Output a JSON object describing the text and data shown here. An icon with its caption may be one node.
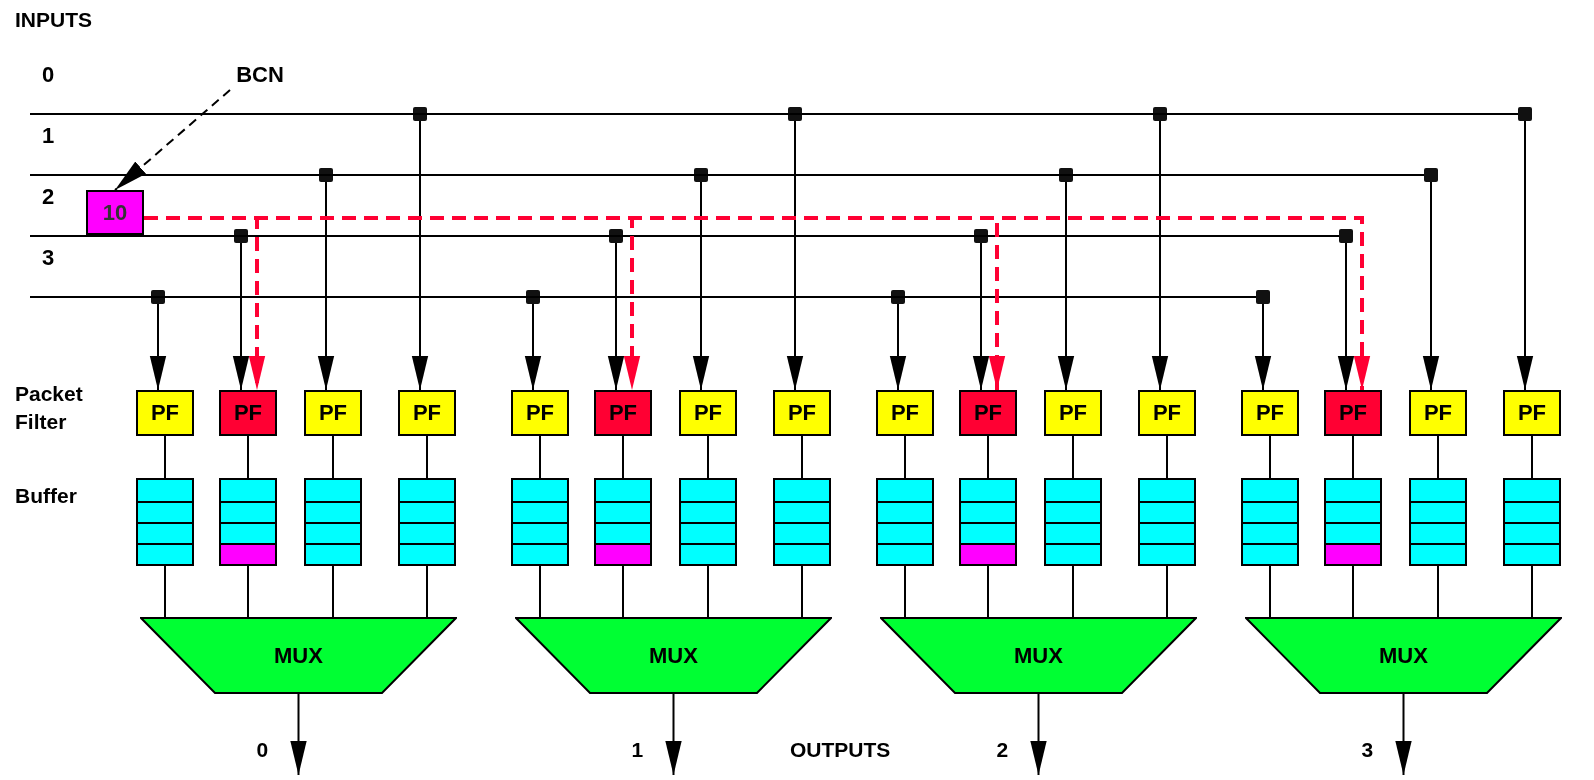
{
  "diagram": {
    "nodes": [
      {
        "text": [
          "BCN"
        ]
      },
      {
        "text": [
          "10"
        ]
      },
      {
        "text": [
          "0"
        ]
      },
      {
        "text": [
          "1"
        ]
      },
      {
        "text": [
          "2"
        ]
      },
      {
        "text": [
          "3"
        ]
      },
      {
        "text": [
          "PF"
        ]
      },
      {
        "text": [
          "PF"
        ]
      },
      {
        "text": [
          "PF"
        ]
      },
      {
        "text": [
          "PF"
        ]
      },
      {
        "text": [
          "PF"
        ]
      },
      {
        "text": [
          "PF"
        ]
      },
      {
        "text": [
          "PF"
        ]
      },
      {
        "text": [
          "PF"
        ]
      },
      {
        "text": [
          "PF"
        ]
      },
      {
        "text": [
          "PF"
        ]
      },
      {
        "text": [
          "PF"
        ]
      },
      {
        "text": [
          "PF"
        ]
      },
      {
        "text": [
          "PF"
        ]
      },
      {
        "text": [
          "PF"
        ]
      },
      {
        "text": [
          "PF"
        ]
      },
      {
        "text": [
          "PF"
        ]
      },
      {
        "text": [],
        "shape": "box"
      },
      {
        "text": [],
        "shape": "box"
      },
      {
        "text": [],
        "shape": "box"
      },
      {
        "text": [],
        "shape": "box"
      },
      {
        "text": [],
        "shape": "box"
      },
      {
        "text": [],
        "shape": "box"
      },
      {
        "text": [],
        "shape": "box"
      },
      {
        "text": [],
        "shape": "box"
      },
      {
        "text": [],
        "shape": "box"
      },
      {
        "text": [],
        "shape": "box"
      },
      {
        "text": [],
        "shape": "box"
      },
      {
        "text": [],
        "shape": "box"
      },
      {
        "text": [],
        "shape": "box"
      },
      {
        "text": [],
        "shape": "box"
      },
      {
        "text": [],
        "shape": "box"
      },
      {
        "text": [],
        "shape": "box"
      },
      {
        "text": [
          "MUX"
        ]
      },
      {
        "text": [
          "MUX"
        ]
      },
      {
        "text": [
          "MUX"
        ]
      },
      {
        "text": [
          "MUX"
        ]
      }
    ],
    "edges": [
      {
        "from": 0,
        "to": 1,
        "arrow": "to",
        "style": "dashed"
      },
      {
        "from": 2,
        "to": 9,
        "arrow": "to"
      },
      {
        "from": 2,
        "to": 13,
        "arrow": "to"
      },
      {
        "from": 2,
        "to": 17,
        "arrow": "to"
      },
      {
        "from": 2,
        "to": 21,
        "arrow": "to"
      },
      {
        "from": 3,
        "to": 8,
        "arrow": "to"
      },
      {
        "from": 3,
        "to": 12,
        "arrow": "to"
      },
      {
        "from": 3,
        "to": 16,
        "arrow": "to"
      },
      {
        "from": 3,
        "to": 20,
        "arrow": "to"
      },
      {
        "from": 4,
        "to": 7,
        "arrow": "to"
      },
      {
        "from": 4,
        "to": 11,
        "arrow": "to"
      },
      {
        "from": 4,
        "to": 15,
        "arrow": "to"
      },
      {
        "from": 4,
        "to": 19,
        "arrow": "to"
      },
      {
        "from": 5,
        "to": 6,
        "arrow": "to"
      },
      {
        "from": 5,
        "to": 10,
        "arrow": "to"
      },
      {
        "from": 5,
        "to": 14,
        "arrow": "to"
      },
      {
        "from": 5,
        "to": 18,
        "arrow": "to"
      },
      {
        "from": 1,
        "to": 7,
        "arrow": "to",
        "style": "dashed",
        "color": "#ff0033"
      },
      {
        "from": 1,
        "to": 11,
        "arrow": "to",
        "style": "dashed",
        "color": "#ff0033"
      },
      {
        "from": 1,
        "to": 15,
        "arrow": "to",
        "style": "dashed",
        "color": "#ff0033"
      },
      {
        "from": 1,
        "to": 19,
        "arrow": "to",
        "style": "dashed",
        "color": "#ff0033"
      },
      {
        "from": 6,
        "to": 22,
        "arrow": "none"
      },
      {
        "from": 7,
        "to": 23,
        "arrow": "none"
      },
      {
        "from": 8,
        "to": 24,
        "arrow": "none"
      },
      {
        "from": 9,
        "to": 25,
        "arrow": "none"
      },
      {
        "from": 10,
        "to": 26,
        "arrow": "none"
      },
      {
        "from": 11,
        "to": 27,
        "arrow": "none"
      },
      {
        "from": 12,
        "to": 28,
        "arrow": "none"
      },
      {
        "from": 13,
        "to": 29,
        "arrow": "none"
      },
      {
        "from": 14,
        "to": 30,
        "arrow": "none"
      },
      {
        "from": 15,
        "to": 31,
        "arrow": "none"
      },
      {
        "from": 16,
        "to": 32,
        "arrow": "none"
      },
      {
        "from": 17,
        "to": 33,
        "arrow": "none"
      },
      {
        "from": 18,
        "to": 34,
        "arrow": "none"
      },
      {
        "from": 19,
        "to": 35,
        "arrow": "none"
      },
      {
        "from": 20,
        "to": 36,
        "arrow": "none"
      },
      {
        "from": 21,
        "to": 37,
        "arrow": "none"
      },
      {
        "from": 22,
        "to": 38,
        "arrow": "none"
      },
      {
        "from": 23,
        "to": 38,
        "arrow": "none"
      },
      {
        "from": 24,
        "to": 38,
        "arrow": "none"
      },
      {
        "from": 25,
        "to": 38,
        "arrow": "none"
      },
      {
        "from": 26,
        "to": 39,
        "arrow": "none"
      },
      {
        "from": 27,
        "to": 39,
        "arrow": "none"
      },
      {
        "from": 28,
        "to": 39,
        "arrow": "none"
      },
      {
        "from": 29,
        "to": 39,
        "arrow": "none"
      },
      {
        "from": 30,
        "to": 40,
        "arrow": "none"
      },
      {
        "from": 31,
        "to": 40,
        "arrow": "none"
      },
      {
        "from": 32,
        "to": 40,
        "arrow": "none"
      },
      {
        "from": 33,
        "to": 40,
        "arrow": "none"
      },
      {
        "from": 34,
        "to": 41,
        "arrow": "none"
      },
      {
        "from": 35,
        "to": 41,
        "arrow": "none"
      },
      {
        "from": 36,
        "to": 41,
        "arrow": "none"
      },
      {
        "from": 37,
        "to": 41,
        "arrow": "none"
      },
      {
        "from": 38,
        "to": null,
        "arrow": "to",
        "label": "0"
      },
      {
        "from": 39,
        "to": null,
        "arrow": "to",
        "label": "1"
      },
      {
        "from": 40,
        "to": null,
        "arrow": "to",
        "label": "2"
      },
      {
        "from": 41,
        "to": null,
        "arrow": "to",
        "label": "3"
      }
    ],
    "labels": [
      "INPUTS",
      "Packet Filter",
      "Buffer",
      "OUTPUTS"
    ]
  }
}
